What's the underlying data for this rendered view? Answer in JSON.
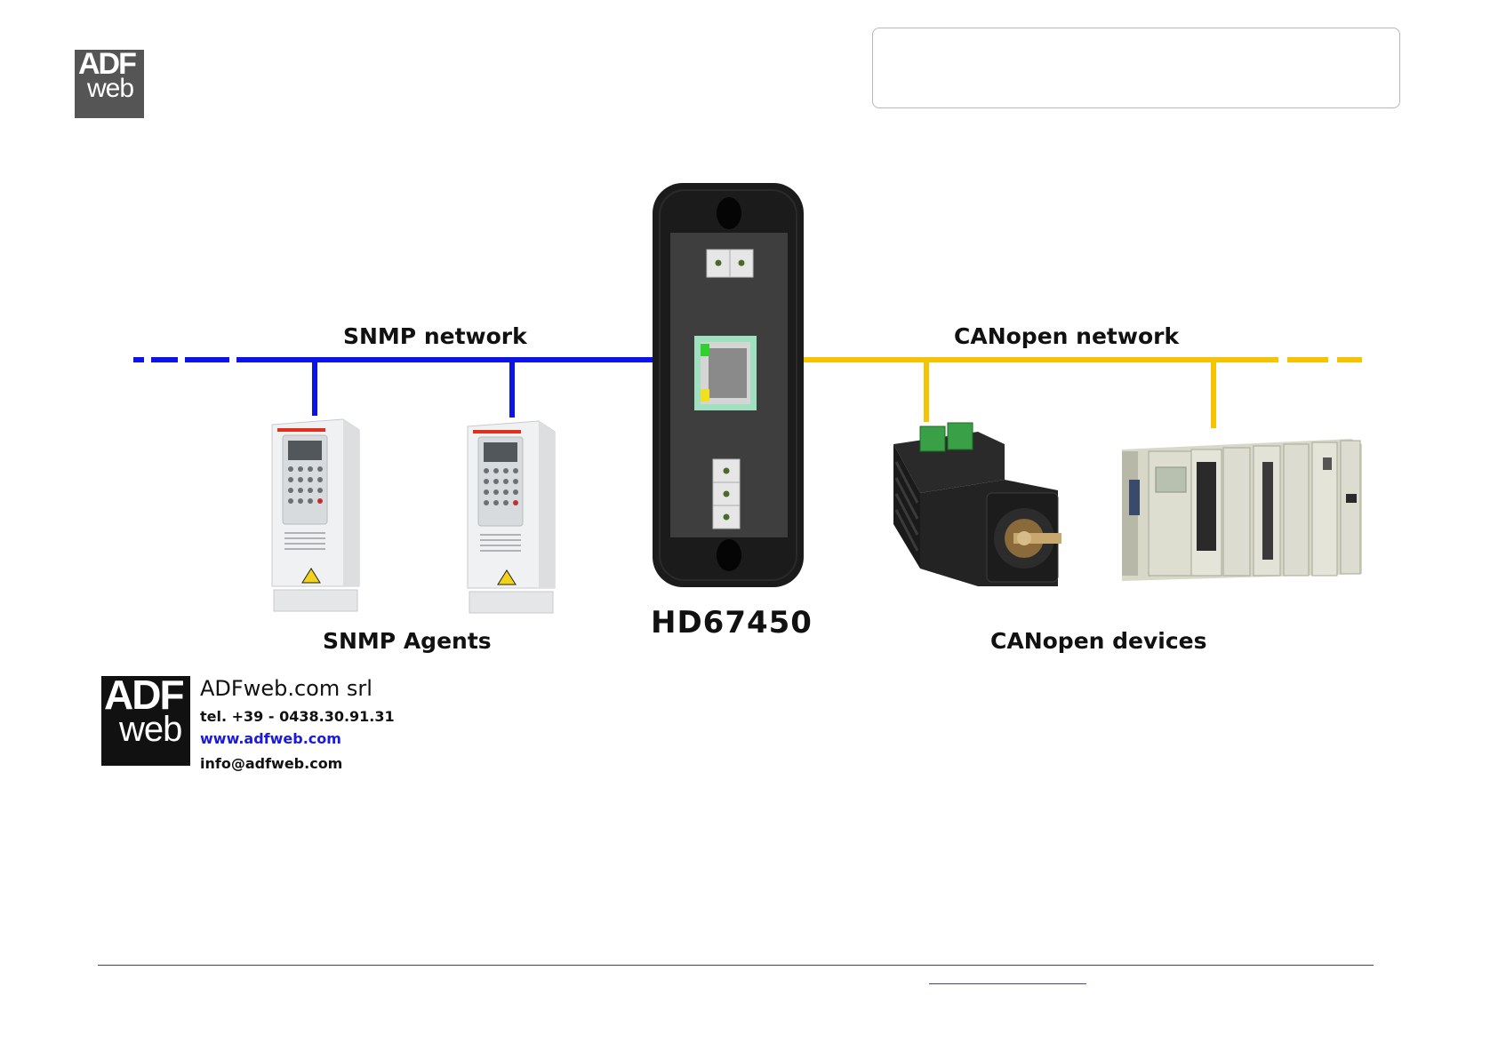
{
  "header": {
    "logo_top": "ADF",
    "logo_bottom": "web"
  },
  "diagram": {
    "left_network_label": "SNMP network",
    "right_network_label": "CANopen network",
    "left_group_label": "SNMP Agents",
    "right_group_label": "CANopen devices",
    "device_label": "HD67450",
    "colors": {
      "snmp_line": "#0a14e6",
      "canopen_line": "#f5c400",
      "gateway_body": "#1b1b1b",
      "gateway_panel": "#3e3e3e",
      "rj45_frame": "#9fe0c0"
    }
  },
  "contact": {
    "logo_top": "ADF",
    "logo_bottom": "web",
    "company": "ADFweb.com srl",
    "tel": "tel. +39 - 0438.30.91.31",
    "website": "www.adfweb.com",
    "email": "info@adfweb.com"
  }
}
